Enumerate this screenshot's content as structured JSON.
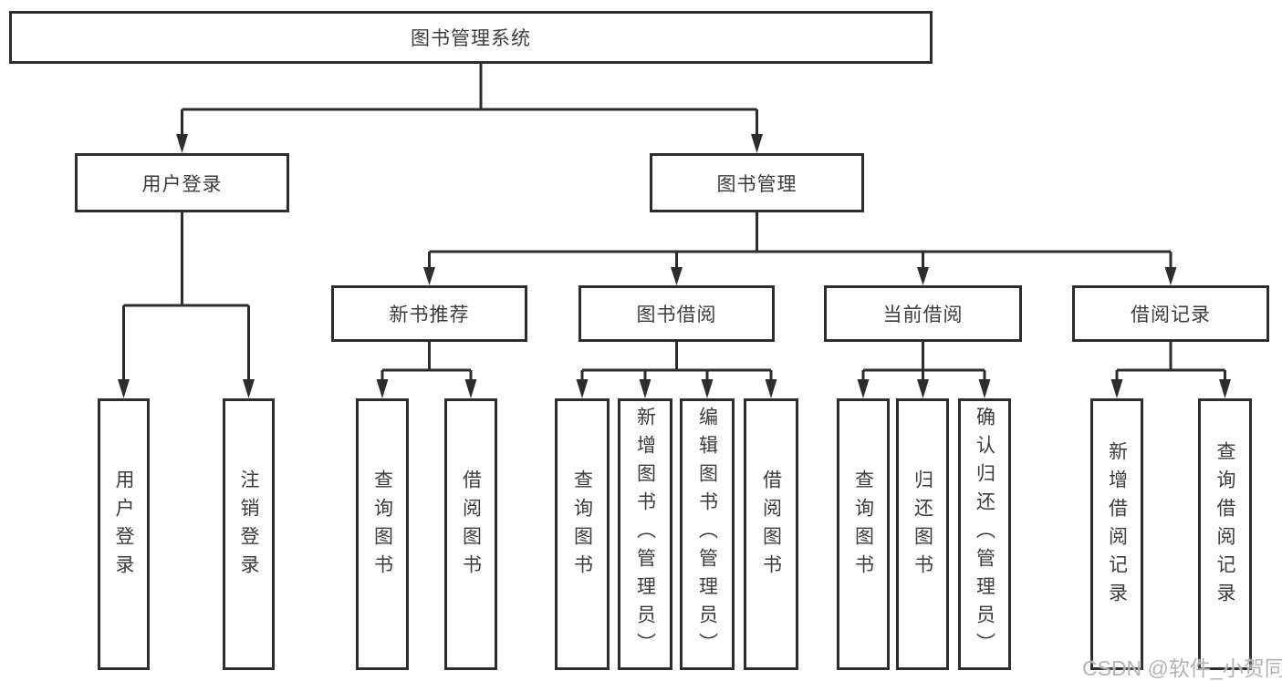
{
  "diagram": {
    "root": "图书管理系统",
    "level2": {
      "login": "用户登录",
      "manage": "图书管理"
    },
    "login_children": [
      "用户登录",
      "注销登录"
    ],
    "level3": [
      "新书推荐",
      "图书借阅",
      "当前借阅",
      "借阅记录"
    ],
    "recommend_children": [
      "查询图书",
      "借阅图书"
    ],
    "borrow_children": [
      "查询图书",
      "新增图书（管理员）",
      "编辑图书（管理员）",
      "借阅图书"
    ],
    "current_children": [
      "查询图书",
      "归还图书",
      "确认归还（管理员）"
    ],
    "records_children": [
      "新增借阅记录",
      "查询借阅记录"
    ]
  },
  "watermark": "CSDN @软件_小贺同学",
  "colors": {
    "line": "#2d2d2d",
    "text": "#3c3c3c",
    "watermark": "#b3b3b3",
    "background": "#ffffff"
  }
}
